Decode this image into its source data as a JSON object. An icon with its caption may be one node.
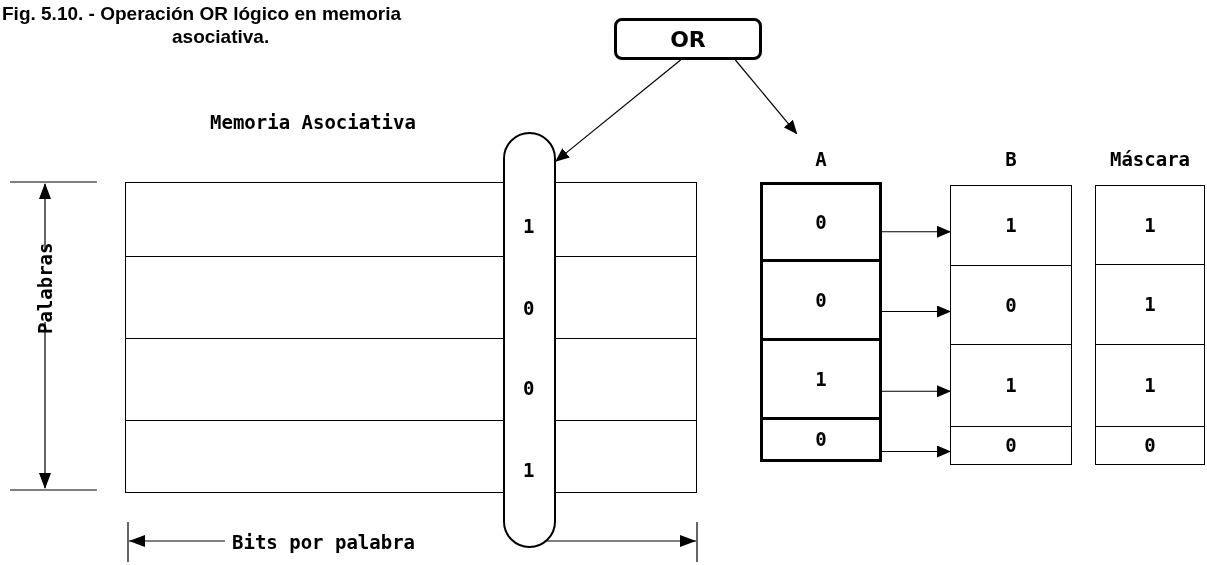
{
  "diagram": {
    "title": "Fig. 5.10. - Operación OR lógico en memoria asociativa.",
    "nodes": [
      {
        "text": [
          "OR"
        ]
      },
      {
        "text": [
          "Memoria Asociativa"
        ]
      },
      {
        "text": [
          "1",
          "0",
          "0",
          "1"
        ]
      },
      {
        "text": [
          "A"
        ]
      },
      {
        "text": [
          "0"
        ],
        "in": 3
      },
      {
        "text": [
          "0"
        ],
        "in": 3
      },
      {
        "text": [
          "1"
        ],
        "in": 3
      },
      {
        "text": [
          "0"
        ],
        "in": 3
      },
      {
        "text": [
          "B"
        ]
      },
      {
        "text": [
          "1"
        ],
        "in": 8
      },
      {
        "text": [
          "0"
        ],
        "in": 8
      },
      {
        "text": [
          "1"
        ],
        "in": 8
      },
      {
        "text": [
          "0"
        ],
        "in": 8
      },
      {
        "text": [
          "Máscara"
        ]
      },
      {
        "text": [
          "1"
        ],
        "in": 13
      },
      {
        "text": [
          "1"
        ],
        "in": 13
      },
      {
        "text": [
          "1"
        ],
        "in": 13
      },
      {
        "text": [
          "0"
        ],
        "in": 13
      }
    ],
    "edges": [
      {
        "from": 0,
        "to": 2,
        "arrow": "to"
      },
      {
        "from": 0,
        "to": 3,
        "arrow": "to"
      },
      {
        "from": 4,
        "to": 9,
        "arrow": "to"
      },
      {
        "from": 5,
        "to": 10,
        "arrow": "to"
      },
      {
        "from": 6,
        "to": 11,
        "arrow": "to"
      },
      {
        "from": 7,
        "to": 12,
        "arrow": "to"
      }
    ],
    "labels": [
      "Palabras",
      "Bits por palabra"
    ]
  }
}
